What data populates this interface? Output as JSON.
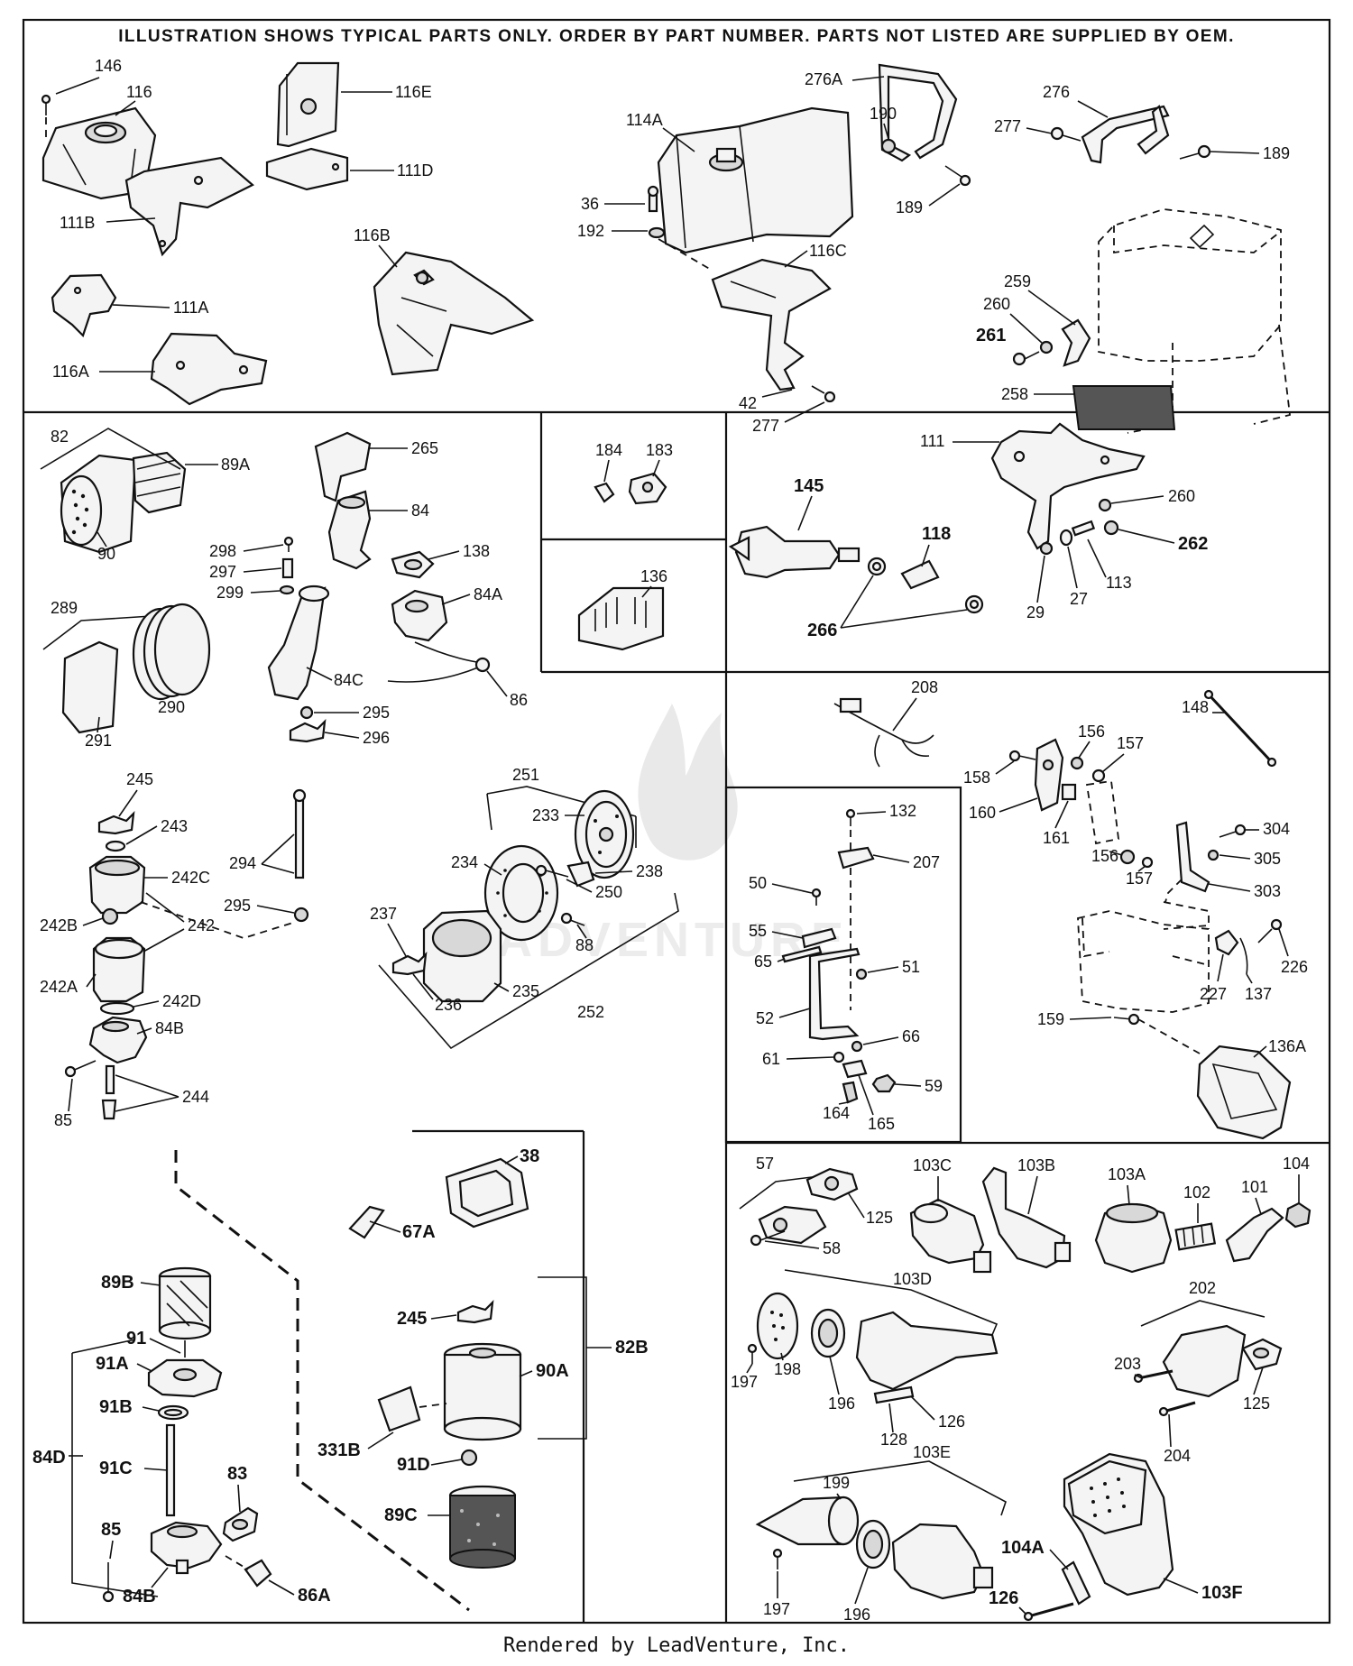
{
  "header": "ILLUSTRATION SHOWS TYPICAL PARTS ONLY. ORDER BY PART NUMBER. PARTS NOT LISTED ARE SUPPLIED BY OEM.",
  "watermark": "LEADVENTURE",
  "footer": "Rendered by LeadVenture, Inc.",
  "labels": {
    "l146": "146",
    "l116": "116",
    "l116E": "116E",
    "l111D": "111D",
    "l111B": "111B",
    "l116B": "116B",
    "l111A": "111A",
    "l116A": "116A",
    "l276A": "276A",
    "l114A": "114A",
    "l190": "190",
    "l189a": "189",
    "l276": "276",
    "l277a": "277",
    "l189b": "189",
    "l36": "36",
    "l192": "192",
    "l116C": "116C",
    "l42": "42",
    "l277b": "277",
    "l259": "259",
    "l260a": "260",
    "l261": "261",
    "l258": "258",
    "l111": "111",
    "l260b": "260",
    "l262": "262",
    "l145": "145",
    "l118": "118",
    "l113": "113",
    "l29": "29",
    "l27": "27",
    "l266": "266",
    "l82": "82",
    "l89A": "89A",
    "l90": "90",
    "l265": "265",
    "l84": "84",
    "l298": "298",
    "l297": "297",
    "l299": "299",
    "l138": "138",
    "l84A": "84A",
    "l289": "289",
    "l290": "290",
    "l291": "291",
    "l84C": "84C",
    "l86": "86",
    "l295a": "295",
    "l296": "296",
    "l184": "184",
    "l183": "183",
    "l136": "136",
    "l245a": "245",
    "l243": "243",
    "l242C": "242C",
    "l294": "294",
    "l242B": "242B",
    "l295b": "295",
    "l242": "242",
    "l242A": "242A",
    "l242D": "242D",
    "l84Ba": "84B",
    "l85a": "85",
    "l244": "244",
    "l251": "251",
    "l233": "233",
    "l234": "234",
    "l238": "238",
    "l250": "250",
    "l237": "237",
    "l88": "88",
    "l236": "236",
    "l235": "235",
    "l252": "252",
    "l208": "208",
    "l148": "148",
    "l156a": "156",
    "l157a": "157",
    "l158": "158",
    "l160": "160",
    "l161": "161",
    "l156b": "156",
    "l157b": "157",
    "l304": "304",
    "l305": "305",
    "l303": "303",
    "l226": "226",
    "l227": "227",
    "l137": "137",
    "l159": "159",
    "l136A": "136A",
    "l132": "132",
    "l207": "207",
    "l50": "50",
    "l55": "55",
    "l65": "65",
    "l51": "51",
    "l52": "52",
    "l66": "66",
    "l61": "61",
    "l59": "59",
    "l164": "164",
    "l165": "165",
    "l38": "38",
    "l67A": "67A",
    "l89B": "89B",
    "l91": "91",
    "l91A": "91A",
    "l91B": "91B",
    "l84D": "84D",
    "l91C": "91C",
    "l83": "83",
    "l85b": "85",
    "l84Bb": "84B",
    "l86A": "86A",
    "l245b": "245",
    "l82B": "82B",
    "l90A": "90A",
    "l331B": "331B",
    "l91D": "91D",
    "l89C": "89C",
    "l57": "57",
    "l125a": "125",
    "l58": "58",
    "l103C": "103C",
    "l103B": "103B",
    "l103A": "103A",
    "l102": "102",
    "l101": "101",
    "l104": "104",
    "l103D": "103D",
    "l202": "202",
    "l197a": "197",
    "l198": "198",
    "l196a": "196",
    "l128": "128",
    "l126a": "126",
    "l203": "203",
    "l125b": "125",
    "l204": "204",
    "l103E": "103E",
    "l199": "199",
    "l104A": "104A",
    "l126b": "126",
    "l103F": "103F",
    "l197b": "197",
    "l196b": "196"
  }
}
